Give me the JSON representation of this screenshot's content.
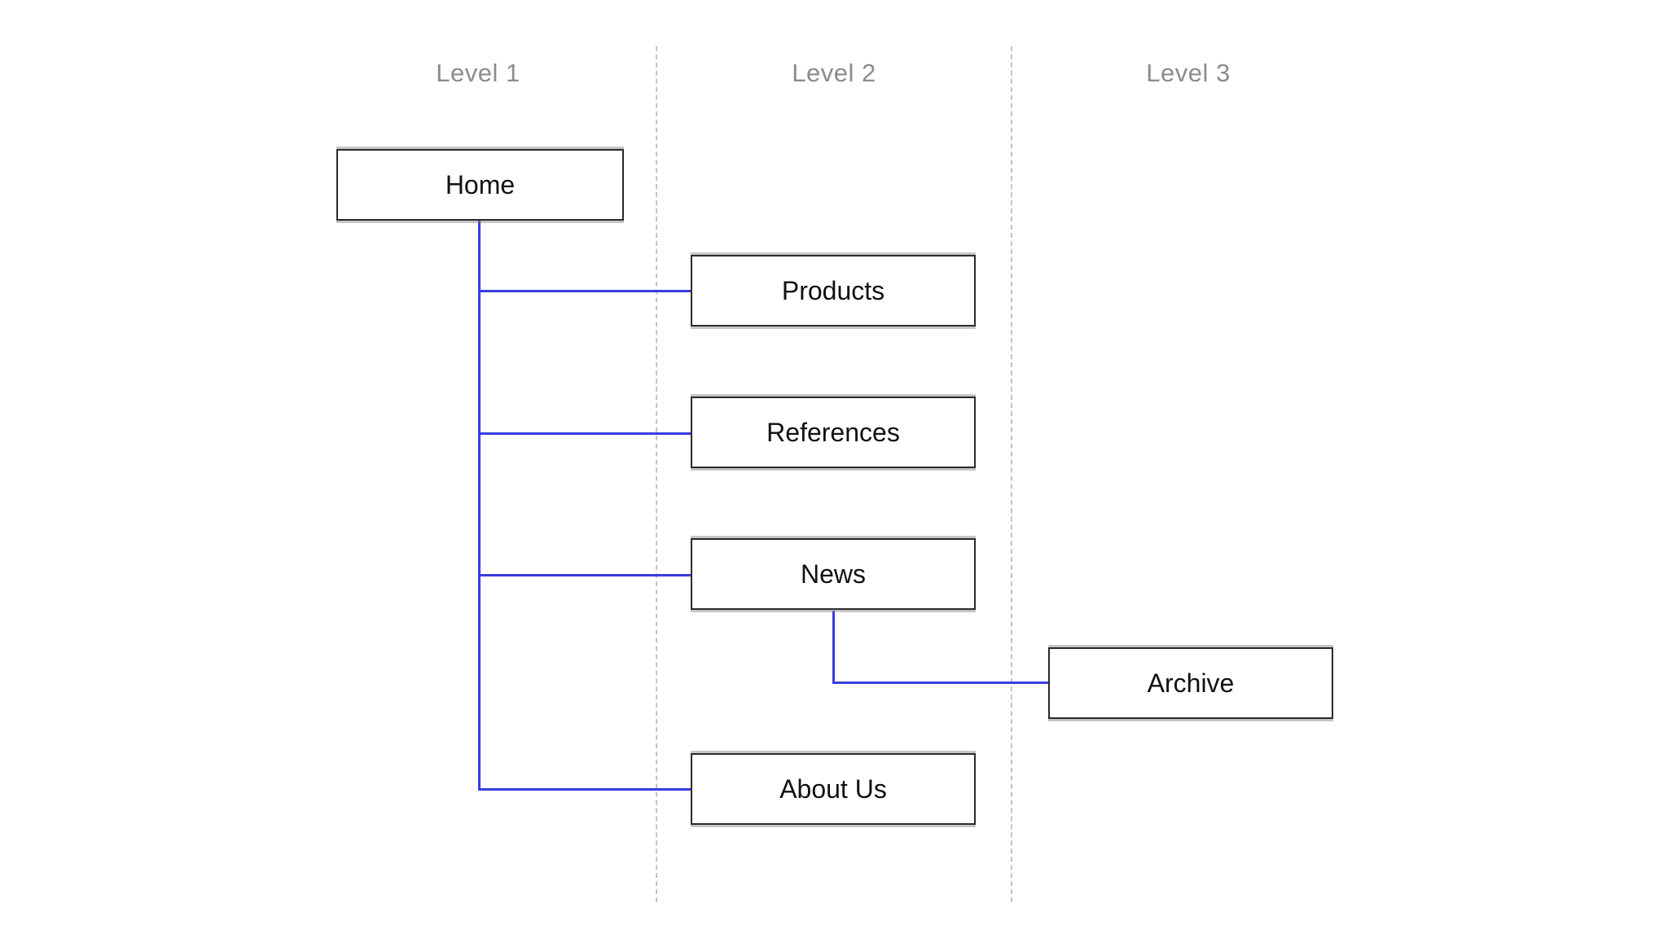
{
  "diagram": {
    "column_headers": [
      {
        "label": "Level 1"
      },
      {
        "label": "Level 2"
      },
      {
        "label": "Level 3"
      }
    ],
    "nodes": {
      "home": {
        "label": "Home",
        "level": 1
      },
      "products": {
        "label": "Products",
        "level": 2
      },
      "references": {
        "label": "References",
        "level": 2
      },
      "news": {
        "label": "News",
        "level": 2
      },
      "archive": {
        "label": "Archive",
        "level": 3
      },
      "about_us": {
        "label": "About Us",
        "level": 2
      }
    },
    "edges": [
      {
        "from": "Home",
        "to": "Products"
      },
      {
        "from": "Home",
        "to": "References"
      },
      {
        "from": "Home",
        "to": "News"
      },
      {
        "from": "Home",
        "to": "About Us"
      },
      {
        "from": "News",
        "to": "Archive"
      }
    ],
    "colors": {
      "background": "#ffffff",
      "connector": "#3b3be0",
      "box_border": "#2a2a2a",
      "node_fill": "#ffffff",
      "label_text": "#111111",
      "header_text": "#8c8c8c",
      "divider": "#c2c2c2"
    }
  }
}
